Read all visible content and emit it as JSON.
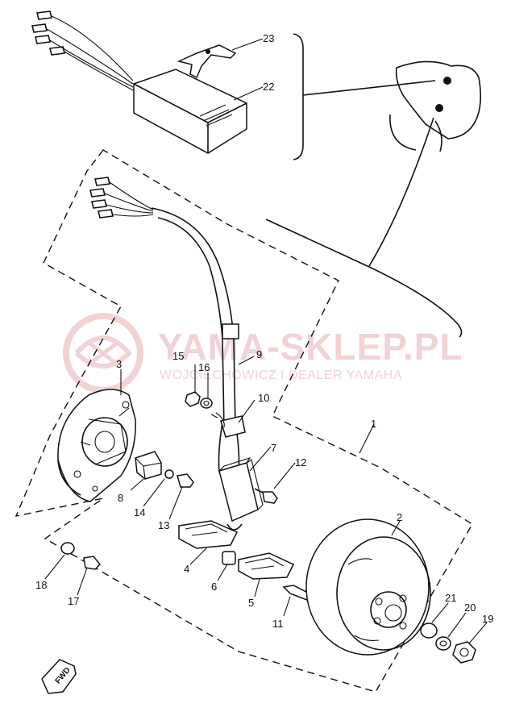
{
  "watermark": {
    "title": "YAMA-SKLEP.PL",
    "subtitle": "WOJCIECHOWICZ I DEALER YAMAHA"
  },
  "fwd_label": "FWD",
  "callouts": [
    {
      "id": "c1",
      "text": "1"
    },
    {
      "id": "c2",
      "text": "2"
    },
    {
      "id": "c3",
      "text": "3"
    },
    {
      "id": "c4",
      "text": "4"
    },
    {
      "id": "c5",
      "text": "5"
    },
    {
      "id": "c6",
      "text": "6"
    },
    {
      "id": "c7",
      "text": "7"
    },
    {
      "id": "c8",
      "text": "8"
    },
    {
      "id": "c9",
      "text": "9"
    },
    {
      "id": "c10",
      "text": "10"
    },
    {
      "id": "c11",
      "text": "11"
    },
    {
      "id": "c12",
      "text": "12"
    },
    {
      "id": "c13",
      "text": "13"
    },
    {
      "id": "c14",
      "text": "14"
    },
    {
      "id": "c15",
      "text": "15"
    },
    {
      "id": "c16",
      "text": "16"
    },
    {
      "id": "c17",
      "text": "17"
    },
    {
      "id": "c18",
      "text": "18"
    },
    {
      "id": "c19",
      "text": "19"
    },
    {
      "id": "c20",
      "text": "20"
    },
    {
      "id": "c21",
      "text": "21"
    },
    {
      "id": "c22",
      "text": "22"
    },
    {
      "id": "c23",
      "text": "23"
    }
  ]
}
